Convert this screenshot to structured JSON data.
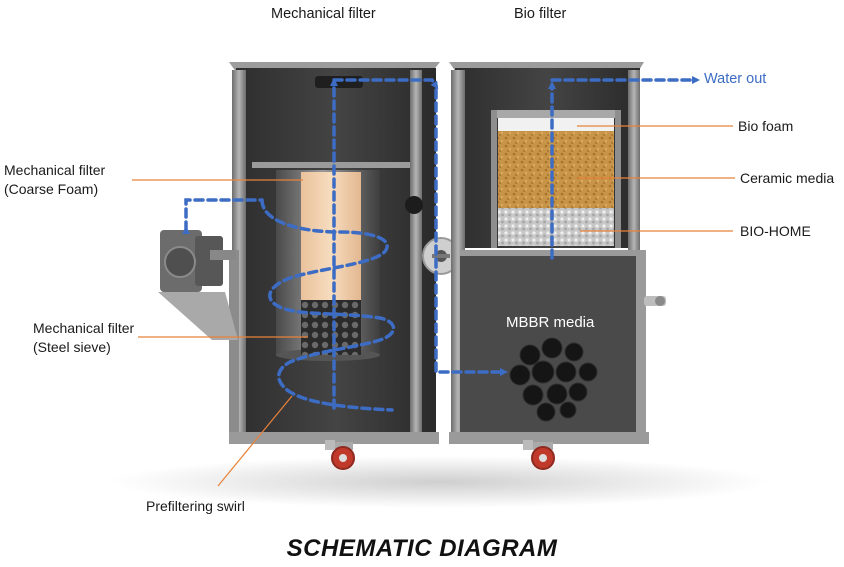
{
  "headers": {
    "mechanical": "Mechanical filter",
    "bio": "Bio filter"
  },
  "labels": {
    "water_out": "Water out",
    "coarse_foam_line1": "Mechanical filter",
    "coarse_foam_line2": "(Coarse Foam)",
    "steel_sieve_line1": "Mechanical filter",
    "steel_sieve_line2": "(Steel sieve)",
    "prefilter": "Prefiltering swirl",
    "bio_foam": "Bio foam",
    "ceramic": "Ceramic media",
    "biohome": "BIO-HOME",
    "mbbr": "MBBR media"
  },
  "footer": "SCHEMATIC DIAGRAM",
  "colors": {
    "flow_arrow": "#3d6cc4",
    "leader_line": "#e8823a",
    "tank_dark": "#3a3a3a",
    "tank_frame": "#8a8a8a",
    "foam": "#f2d2b0",
    "ceramic": "#c9974e",
    "biohome": "#d8d8d8",
    "caster": "#c0392b"
  }
}
